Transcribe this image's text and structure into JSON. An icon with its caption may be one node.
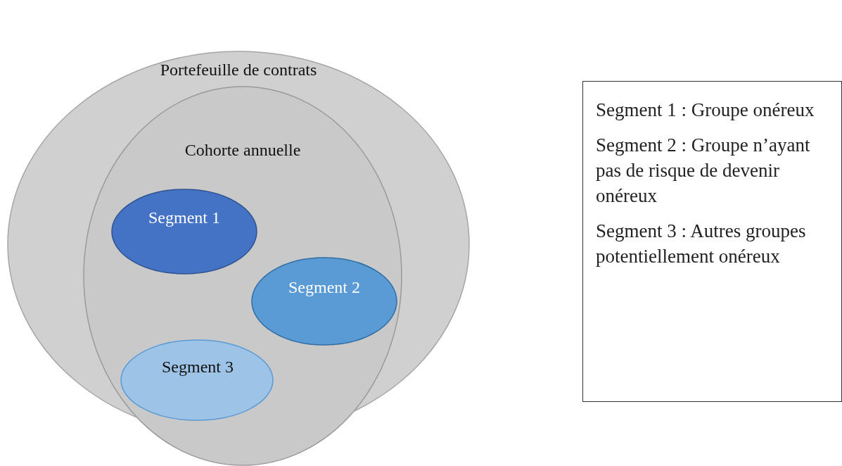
{
  "diagram": {
    "nodes": [
      {
        "text": [
          "Portefeuille de contrats"
        ]
      },
      {
        "text": [
          "Cohorte annuelle"
        ]
      },
      {
        "text": [
          "Segment 1"
        ],
        "in": 1
      },
      {
        "text": [
          "Segment 2"
        ],
        "in": 1
      },
      {
        "text": [
          "Segment 3"
        ],
        "in": 1
      },
      {
        "text": [
          "Segment 1 : Groupe onéreux",
          "Segment 2 : Groupe n’ayant pas de risque de devenir onéreux",
          "Segment 3 : Autres groupes potentiellement onéreux"
        ]
      }
    ],
    "edges": []
  }
}
